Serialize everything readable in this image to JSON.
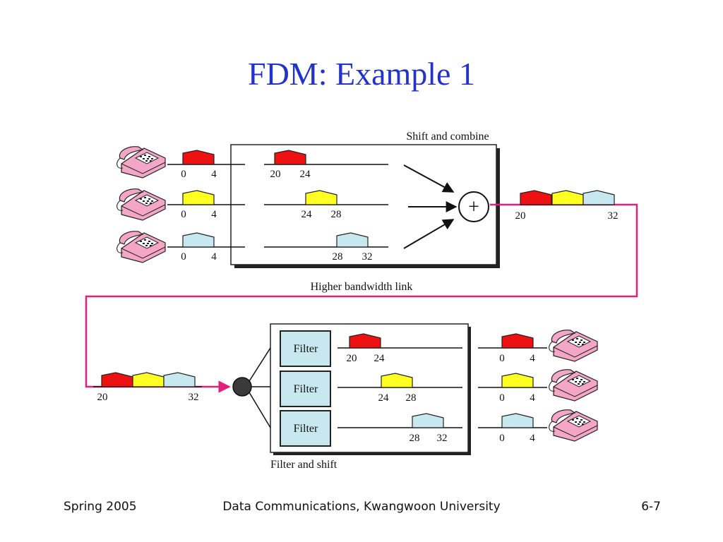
{
  "slide": {
    "title": "FDM: Example 1"
  },
  "diagram": {
    "top_box_label": "Shift and combine",
    "bottom_box_label": "Filter and shift",
    "link_label": "Higher bandwidth link",
    "combiner_symbol": "+",
    "filter_label": "Filter",
    "channels": [
      {
        "color": "#ee1111",
        "base": [
          "0",
          "4"
        ],
        "shifted": [
          "20",
          "24"
        ]
      },
      {
        "color": "#ffff22",
        "base": [
          "0",
          "4"
        ],
        "shifted": [
          "24",
          "28"
        ]
      },
      {
        "color": "#c8e8f0",
        "base": [
          "0",
          "4"
        ],
        "shifted": [
          "28",
          "32"
        ]
      }
    ],
    "combined_range": [
      "20",
      "32"
    ],
    "icons": {
      "phone": "telephone-icon",
      "splitter": "splitter-node-icon"
    },
    "colors": {
      "link": "#e0207a",
      "box_border": "#222222",
      "filter_fill": "#c8e8f0"
    }
  },
  "footer": {
    "left": "Spring 2005",
    "center": "Data Communications, Kwangwoon University",
    "right": "6-7"
  }
}
